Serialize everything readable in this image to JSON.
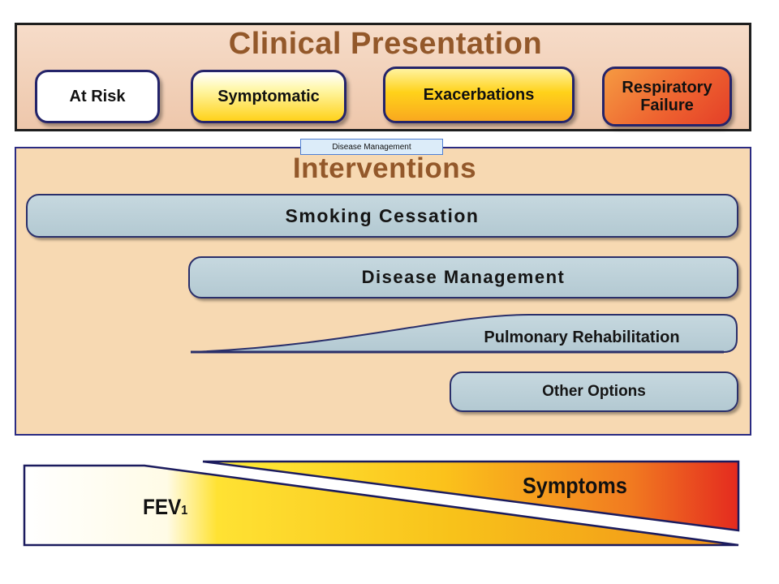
{
  "clinical_presentation": {
    "title": "Clinical Presentation",
    "stages": [
      {
        "label": "At Risk"
      },
      {
        "label": "Symptomatic"
      },
      {
        "label": "Exacerbations"
      },
      {
        "label": "Respiratory Failure"
      }
    ]
  },
  "tooltip": {
    "label": "Disease Management"
  },
  "interventions": {
    "title": "Interventions",
    "items": [
      {
        "label": "Smoking Cessation"
      },
      {
        "label": "Disease Management"
      },
      {
        "label": "Pulmonary Rehabilitation"
      },
      {
        "label": "Other Options"
      }
    ]
  },
  "progression": {
    "fev_label": "FEV",
    "fev_subscript": "1",
    "symptoms_label": "Symptoms"
  },
  "colors": {
    "title_brown": "#93582a",
    "panel_border": "#2b2b82",
    "bar_fill": "#b3c9d2",
    "severity_yellow": "#ffd21a",
    "severity_red": "#e43f28"
  }
}
